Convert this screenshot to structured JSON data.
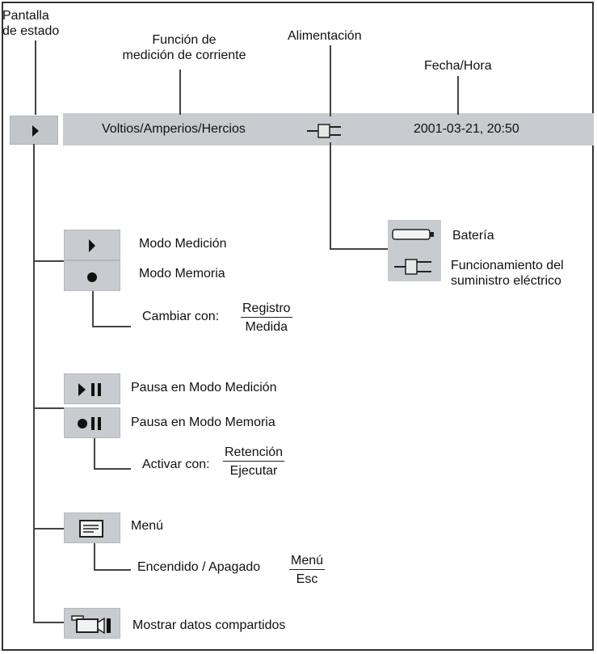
{
  "labels": {
    "status_display": [
      "Pantalla",
      "de estado"
    ],
    "current_function": [
      "Función de",
      "medición de corriente"
    ],
    "power": "Alimentación",
    "datetime": "Fecha/Hora"
  },
  "status_bar": {
    "measurement_text": "Voltios/Amperios/Hercios",
    "datetime_value": "2001-03-21, 20:50"
  },
  "power_states": {
    "battery": "Batería",
    "mains": [
      "Funcionamiento del",
      "suministro eléctrico"
    ]
  },
  "modes": {
    "measurement": "Modo Medición",
    "memory": "Modo Memoria",
    "switch_with": "Cambiar con:",
    "switch_num": "Registro",
    "switch_den": "Medida"
  },
  "pauses": {
    "measurement": "Pausa en Modo Medición",
    "memory": "Pausa en Modo Memoria",
    "activate_with": "Activar con:",
    "activate_num": "Retención",
    "activate_den": "Ejecutar"
  },
  "menu": {
    "label": "Menú",
    "toggle": "Encendido / Apagado",
    "toggle_num": "Menú",
    "toggle_den": "Esc"
  },
  "shared": {
    "label": "Mostrar datos compartidos"
  },
  "icons": [
    "play-icon",
    "plug-icon",
    "battery-icon",
    "record-icon",
    "pause-icon",
    "menu-icon",
    "camera-icon"
  ]
}
